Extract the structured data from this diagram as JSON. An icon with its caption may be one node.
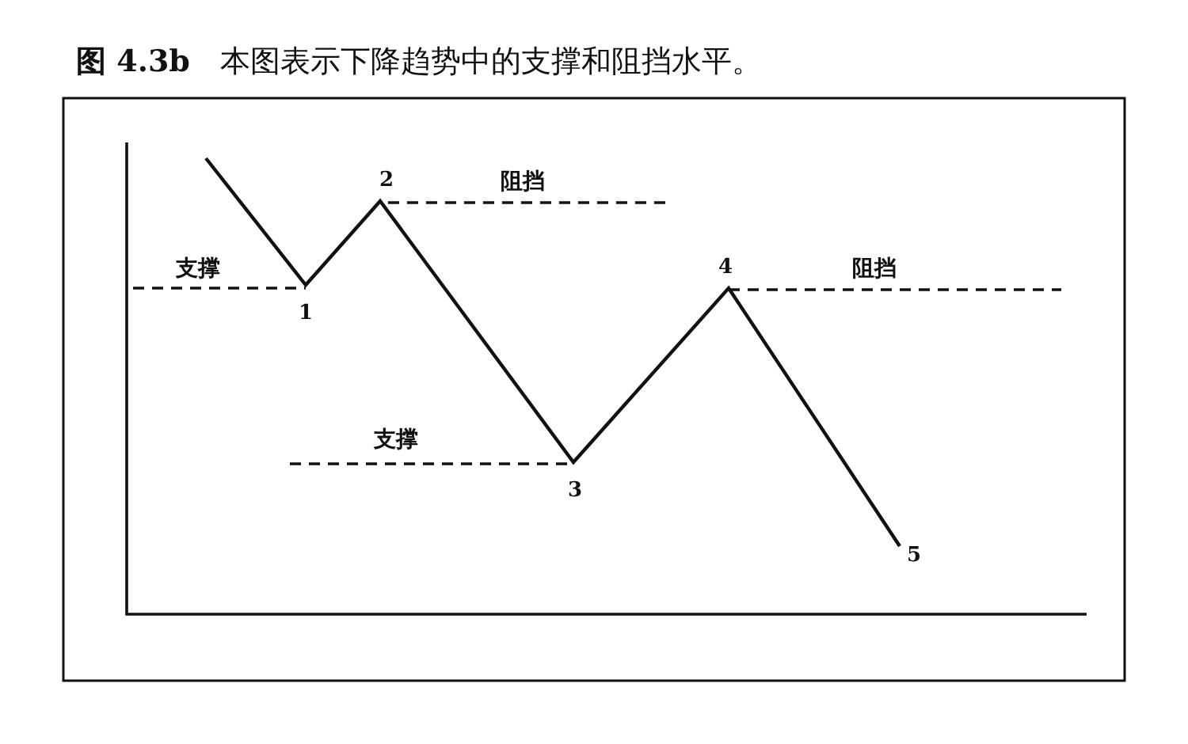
{
  "diagram": {
    "title": "**图 4.3b**　本图表示下降趋势中的支撑和阻挡水平。",
    "labels": [
      "2",
      "阻挡",
      "支撑",
      "4",
      "阻挡",
      "1",
      "支撑",
      "3",
      "5"
    ]
  }
}
